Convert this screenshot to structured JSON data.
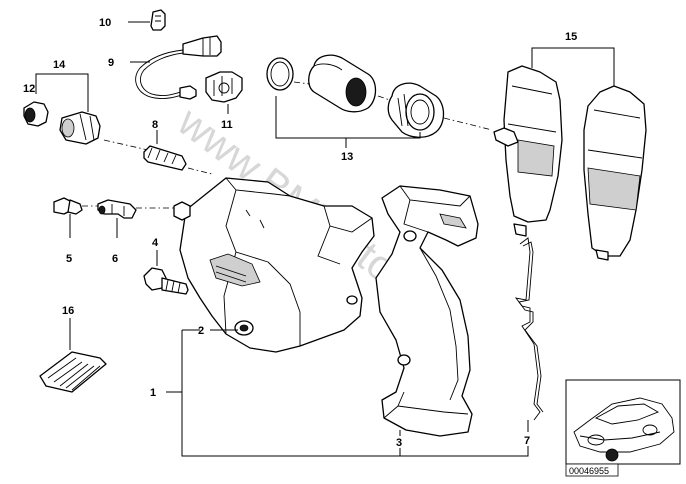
{
  "diagram": {
    "watermark": "www.BMWstore.pl",
    "reference_number": "00046955",
    "labels": {
      "l1": "1",
      "l2": "2",
      "l3": "3",
      "l4": "4",
      "l5": "5",
      "l6": "6",
      "l7": "7",
      "l8": "8",
      "l9": "9",
      "l10": "10",
      "l11": "11",
      "l12": "12",
      "l13": "13",
      "l14": "14",
      "l15": "15",
      "l16": "16"
    }
  }
}
